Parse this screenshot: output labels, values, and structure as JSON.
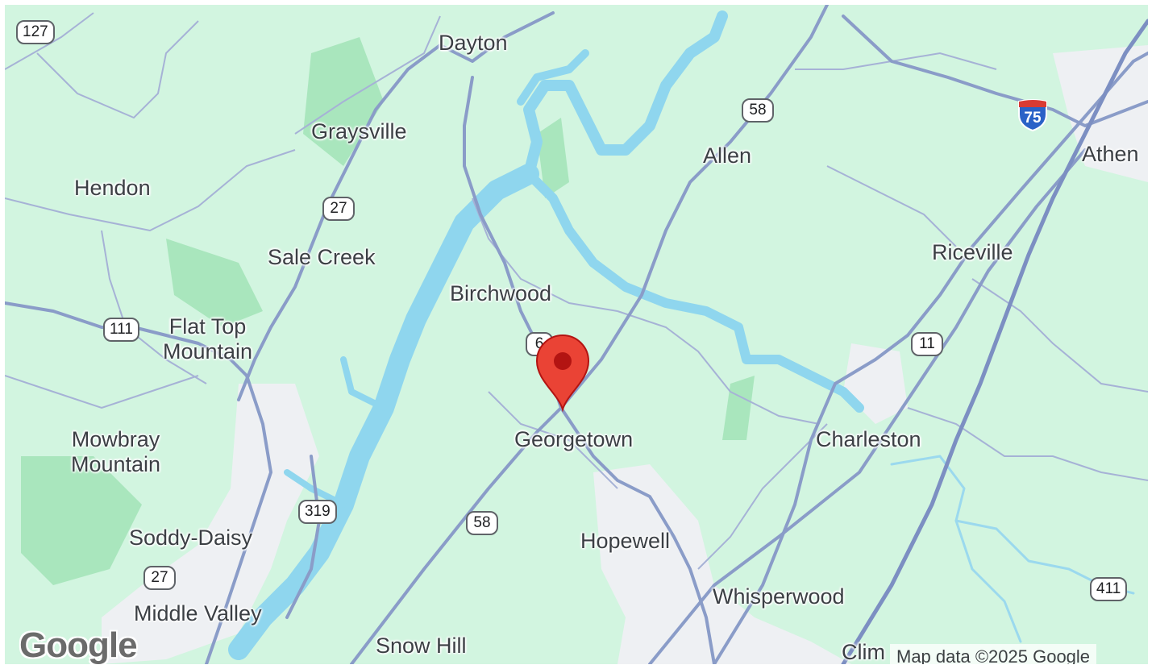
{
  "places": [
    {
      "id": "dayton",
      "label": "Dayton"
    },
    {
      "id": "graysville",
      "label": "Graysville"
    },
    {
      "id": "allen",
      "label": "Allen"
    },
    {
      "id": "hendon",
      "label": "Hendon"
    },
    {
      "id": "sale-creek",
      "label": "Sale Creek"
    },
    {
      "id": "birchwood",
      "label": "Birchwood"
    },
    {
      "id": "riceville",
      "label": "Riceville"
    },
    {
      "id": "athens",
      "label": "Athen"
    },
    {
      "id": "flat-top-mountain",
      "label": "Flat Top\nMountain"
    },
    {
      "id": "georgetown",
      "label": "Georgetown"
    },
    {
      "id": "charleston",
      "label": "Charleston"
    },
    {
      "id": "mowbray-mountain",
      "label": "Mowbray\nMountain"
    },
    {
      "id": "hopewell",
      "label": "Hopewell"
    },
    {
      "id": "soddy-daisy",
      "label": "Soddy-Daisy"
    },
    {
      "id": "whisperwood",
      "label": "Whisperwood"
    },
    {
      "id": "middle-valley",
      "label": "Middle Valley"
    },
    {
      "id": "snow-hill",
      "label": "Snow Hill"
    },
    {
      "id": "clim",
      "label": "Clim"
    }
  ],
  "shields": [
    {
      "id": "us-127",
      "label": "127"
    },
    {
      "id": "tn-58-north",
      "label": "58"
    },
    {
      "id": "us-27-north",
      "label": "27"
    },
    {
      "id": "tn-111",
      "label": "111"
    },
    {
      "id": "tn-60",
      "label": "6"
    },
    {
      "id": "us-11",
      "label": "11"
    },
    {
      "id": "tn-319",
      "label": "319"
    },
    {
      "id": "tn-58-south",
      "label": "58"
    },
    {
      "id": "us-27-south",
      "label": "27"
    },
    {
      "id": "us-411",
      "label": "411"
    }
  ],
  "interstate": {
    "label": "75"
  },
  "logo": "Google",
  "attribution": "Map data ©2025 Google",
  "colors": {
    "land": "#d2f5e0",
    "water": "#8fd6ee",
    "road": "#8a9cc8",
    "urban": "#eef0f3",
    "pin": "#ea4335"
  }
}
